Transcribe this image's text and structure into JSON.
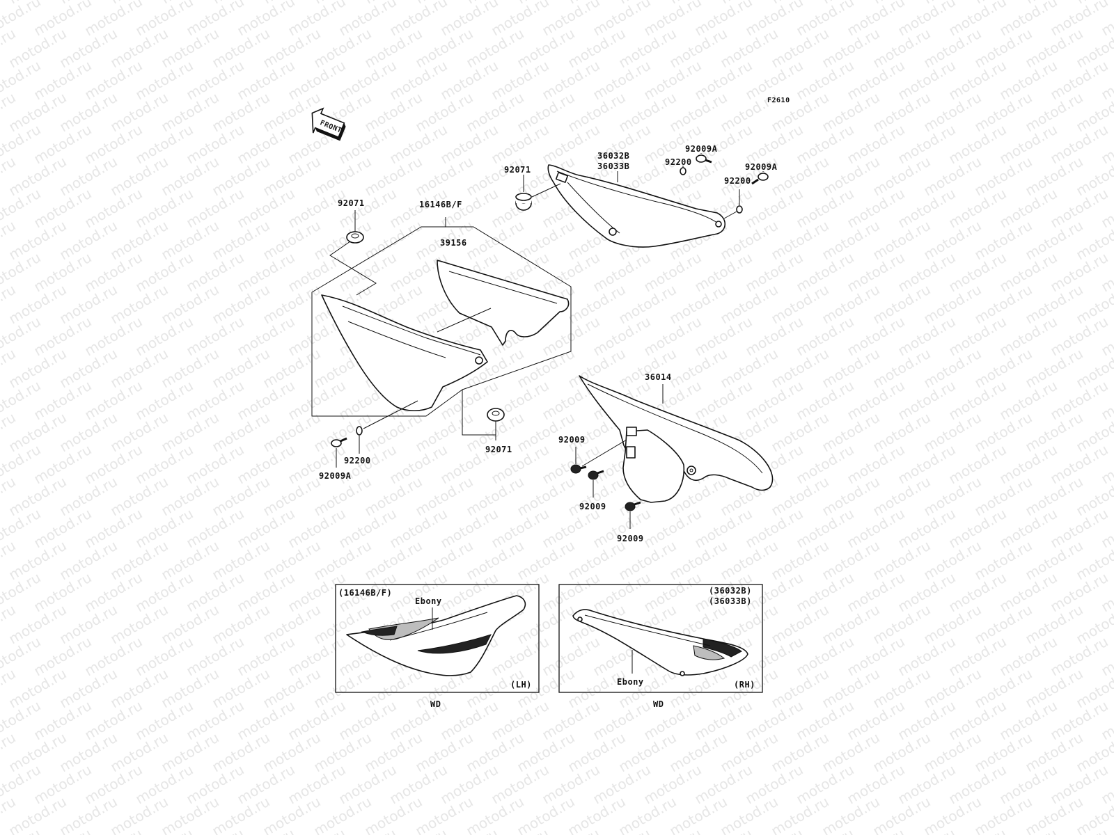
{
  "watermark": "motod.ru",
  "figure_code": "F2610",
  "front_arrow": "FRONT",
  "callouts": {
    "c_16146": "16146B/F",
    "c_39156": "39156",
    "c_92071_a": "92071",
    "c_92071_b": "92071",
    "c_92071_c": "92071",
    "c_36032": "36032B",
    "c_36033": "36033B",
    "c_92200_a": "92200",
    "c_92200_b": "92200",
    "c_92200_c": "92200",
    "c_92009A_a": "92009A",
    "c_92009A_b": "92009A",
    "c_92009A_c": "92009A",
    "c_36014": "36014",
    "c_92009_a": "92009",
    "c_92009_b": "92009",
    "c_92009_c": "92009"
  },
  "insets": {
    "left": {
      "code": "(16146B/F)",
      "color": "Ebony",
      "side": "(LH)",
      "caption": "WD"
    },
    "right": {
      "code1": "(36032B)",
      "code2": "(36033B)",
      "color": "Ebony",
      "side": "(RH)",
      "caption": "WD"
    }
  }
}
